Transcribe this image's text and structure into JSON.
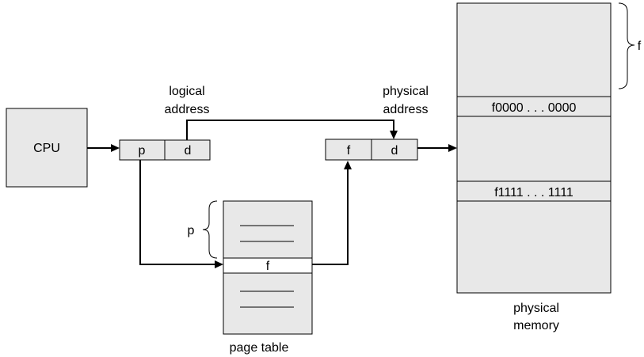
{
  "diagram": {
    "cpu_label": "CPU",
    "logical_address": {
      "line1": "logical",
      "line2": "address",
      "p_field": "p",
      "d_field": "d"
    },
    "physical_address": {
      "line1": "physical",
      "line2": "address",
      "f_field": "f",
      "d_field": "d"
    },
    "page_table": {
      "label": "page table",
      "brace_label": "p",
      "entry_label": "f"
    },
    "physical_memory": {
      "line1": "physical",
      "line2": "memory",
      "frame_start": "f0000 . . . 0000",
      "frame_end": "f1111 . . . 1111",
      "brace_label": "f"
    }
  }
}
